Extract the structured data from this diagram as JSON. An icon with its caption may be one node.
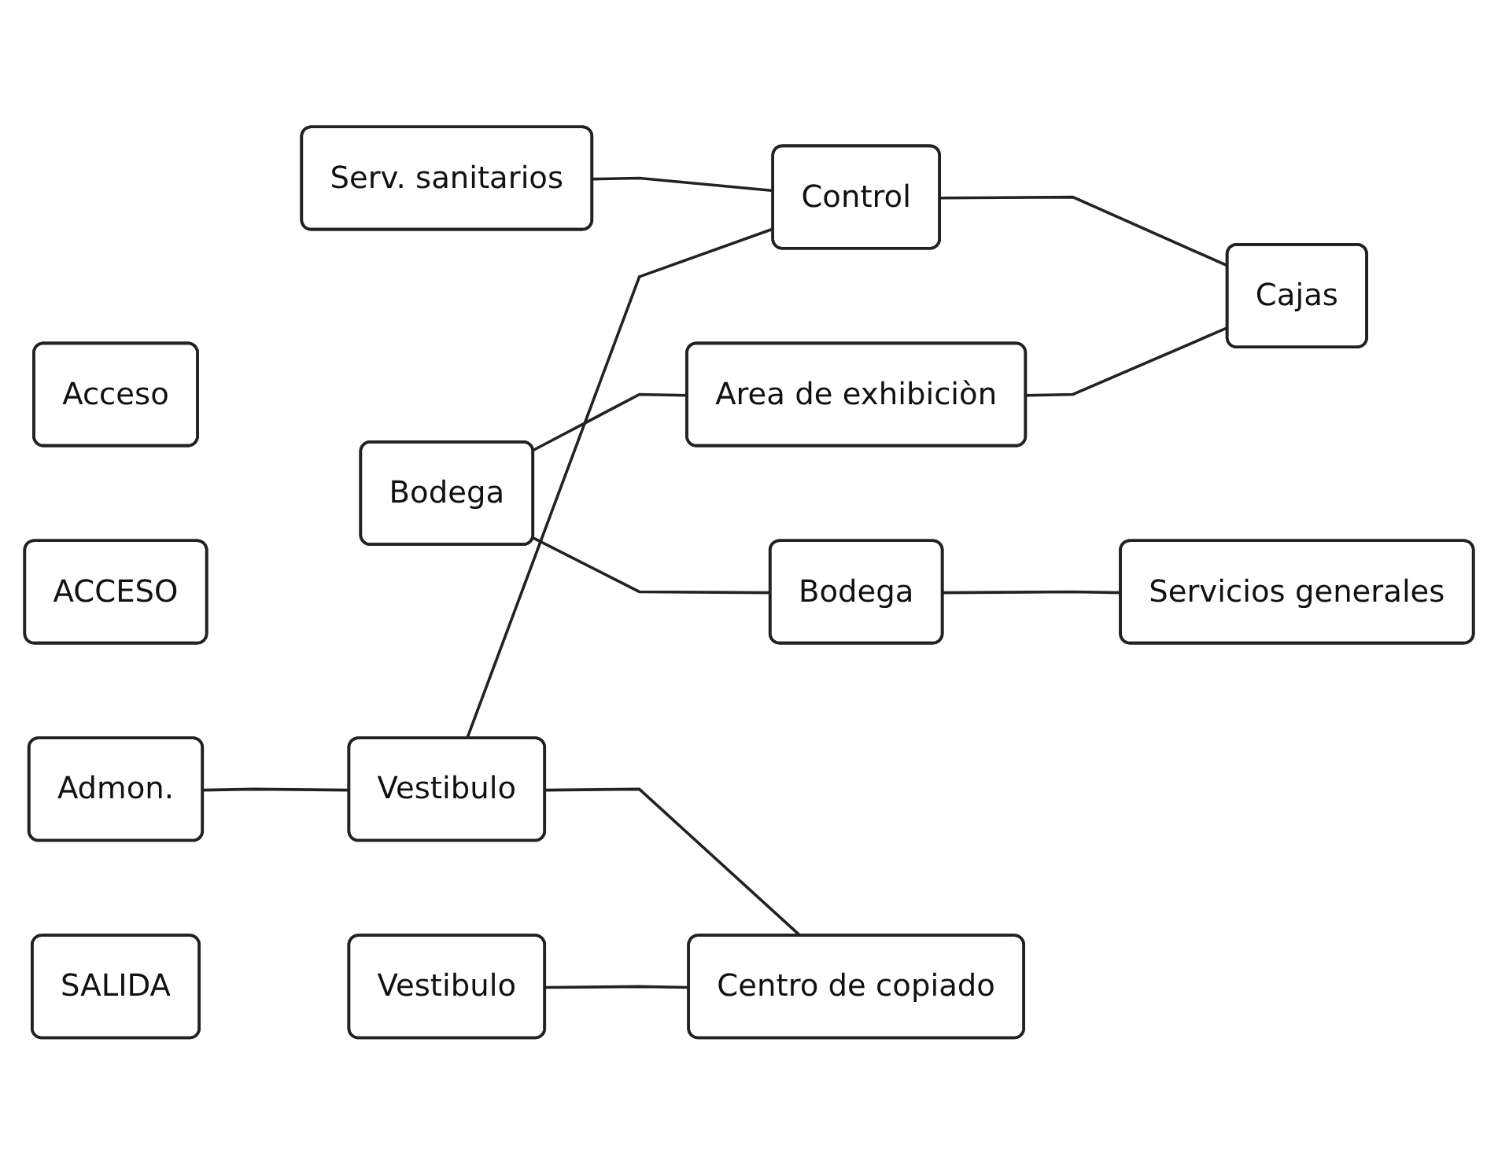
{
  "diagram": {
    "nodes": [
      {
        "text": [
          "Acceso"
        ]
      },
      {
        "text": [
          "ACCESO"
        ]
      },
      {
        "text": [
          "Admon."
        ]
      },
      {
        "text": [
          "Serv. sanitarios"
        ]
      },
      {
        "text": [
          "Bodega"
        ]
      },
      {
        "text": [
          "Vestibulo"
        ]
      },
      {
        "text": [
          "Control"
        ]
      },
      {
        "text": [
          "Area de exhibiciòn"
        ]
      },
      {
        "text": [
          "Bodega"
        ]
      },
      {
        "text": [
          "SALIDA"
        ]
      },
      {
        "text": [
          "Cajas"
        ]
      },
      {
        "text": [
          "Servicios generales"
        ]
      },
      {
        "text": [
          "Vestibulo"
        ]
      },
      {
        "text": [
          "Centro de copiado"
        ]
      }
    ],
    "edges": [
      {
        "from": 2,
        "to": 5,
        "arrow": "none"
      },
      {
        "from": 3,
        "to": 6,
        "arrow": "none"
      },
      {
        "from": 4,
        "to": 7,
        "arrow": "none"
      },
      {
        "from": 4,
        "to": 8,
        "arrow": "none"
      },
      {
        "from": 5,
        "to": 6,
        "arrow": "none"
      },
      {
        "from": 6,
        "to": 10,
        "arrow": "none"
      },
      {
        "from": 7,
        "to": 10,
        "arrow": "none"
      },
      {
        "from": 8,
        "to": 11,
        "arrow": "none"
      },
      {
        "from": 5,
        "to": 13,
        "arrow": "none"
      },
      {
        "from": 12,
        "to": 13,
        "arrow": "none"
      }
    ]
  }
}
